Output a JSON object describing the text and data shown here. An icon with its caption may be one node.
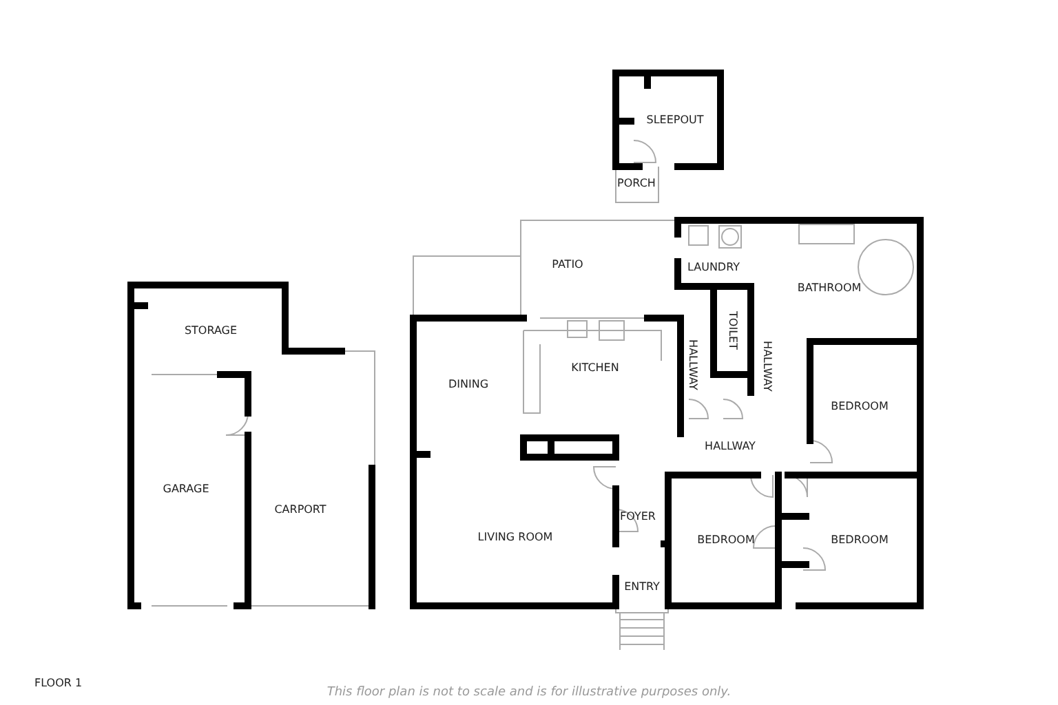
{
  "diagram": {
    "caption": "This floor plan is not to scale and is for illustrative purposes only.",
    "labels": [
      "SLEEPOUT",
      "PORCH",
      "PATIO",
      "LAUNDRY",
      "BATHROOM",
      "STORAGE",
      "TOILET",
      "HALLWAY",
      "HALLWAY",
      "KITCHEN",
      "DINING",
      "BEDROOM",
      "HALLWAY",
      "GARAGE",
      "CARPORT",
      "FOYER",
      "LIVING ROOM",
      "BEDROOM",
      "BEDROOM",
      "ENTRY",
      "FLOOR 1"
    ]
  }
}
